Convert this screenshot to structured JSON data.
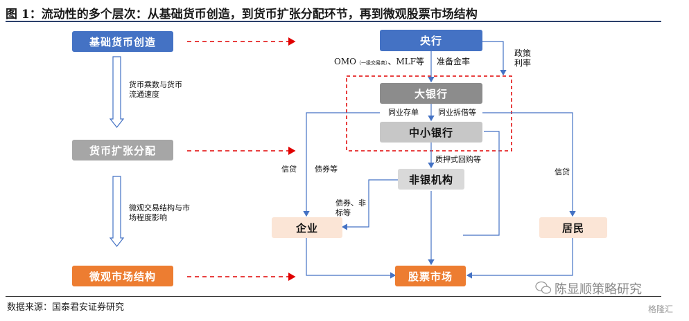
{
  "title": "图 1：流动性的多个层次：从基础货币创造，到货币扩张分配环节，再到微观股票市场结构",
  "left": {
    "base": "基础货币创造",
    "arrow1_label": "货币乘数与货币流通速度",
    "expansion": "货币扩张分配",
    "arrow2_label": "微观交易结构与市场程度影响",
    "micro": "微观市场结构"
  },
  "nodes": {
    "central_bank": "央行",
    "big_bank": "大银行",
    "small_bank": "中小银行",
    "nonbank": "非银机构",
    "enterprise": "企业",
    "resident": "居民",
    "stock_market": "股票市场"
  },
  "labels": {
    "omo": "OMO",
    "omo_note": "（一级交易商）",
    "omo_rest": "、MLF等",
    "reserve": "准备金率",
    "policy_rate": "政策利率",
    "interbank_deposit": "同业存单",
    "interbank_loan": "同业拆借等",
    "repo": "质押式回购等",
    "credit_left": "信贷",
    "bonds_left": "债券等",
    "bonds_nonstd": "债券、非标等",
    "credit_right": "信贷"
  },
  "source": "数据来源：国泰君安证券研究",
  "watermark": "陈显顺策略研究",
  "watermark2": "格隆汇",
  "colors": {
    "blue": "#4472c4",
    "orange": "#ed7d31",
    "red": "#e00000",
    "line": "#4472c4"
  }
}
